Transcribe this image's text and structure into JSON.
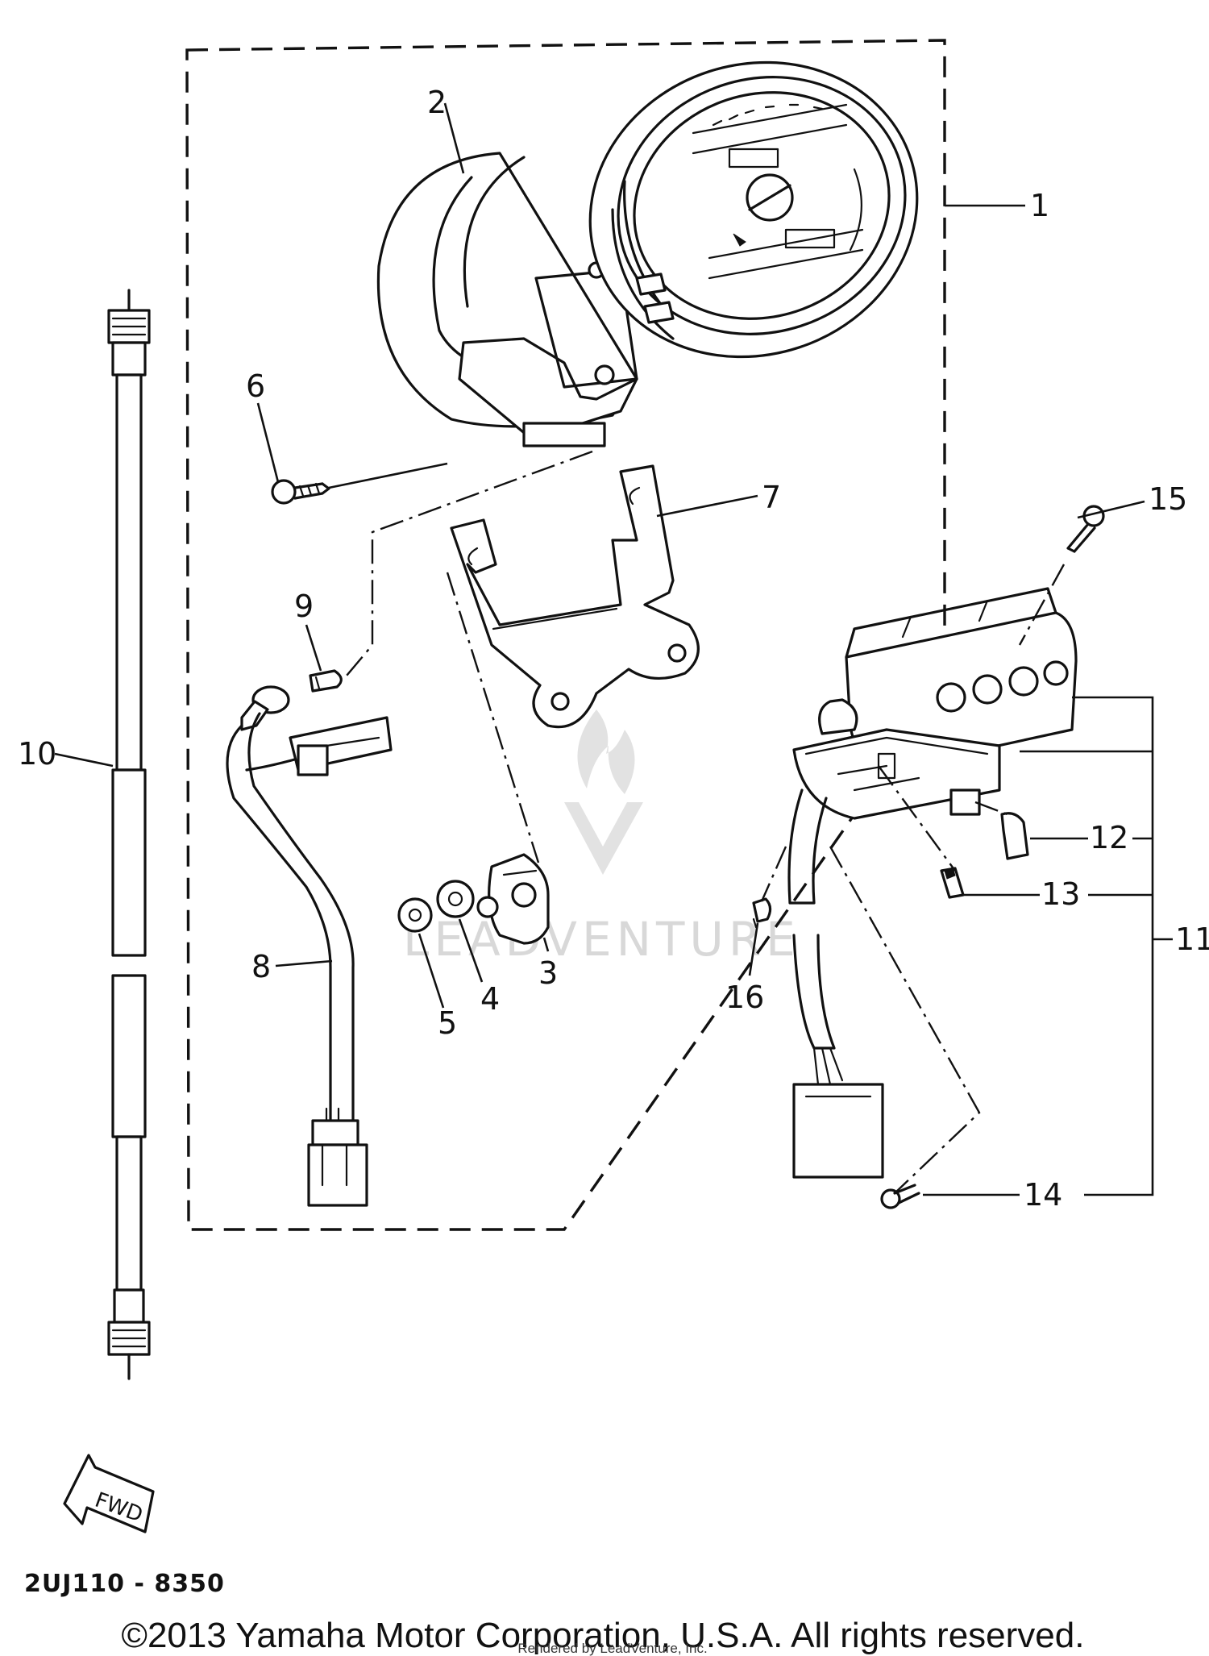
{
  "diagram_code": "2UJ110 - 8350",
  "copyright": "©2013 Yamaha Motor Corporation, U.S.A. All rights reserved.",
  "render_credit": "Rendered by LeadVenture, Inc.",
  "watermark": "LEADVENTURE",
  "fwd_label": "FWD",
  "parts": [
    {
      "ref": "1"
    },
    {
      "ref": "2"
    },
    {
      "ref": "3"
    },
    {
      "ref": "4"
    },
    {
      "ref": "5"
    },
    {
      "ref": "6"
    },
    {
      "ref": "7"
    },
    {
      "ref": "8"
    },
    {
      "ref": "9"
    },
    {
      "ref": "10"
    },
    {
      "ref": "11"
    },
    {
      "ref": "12"
    },
    {
      "ref": "13"
    },
    {
      "ref": "14"
    },
    {
      "ref": "15"
    },
    {
      "ref": "16"
    }
  ]
}
